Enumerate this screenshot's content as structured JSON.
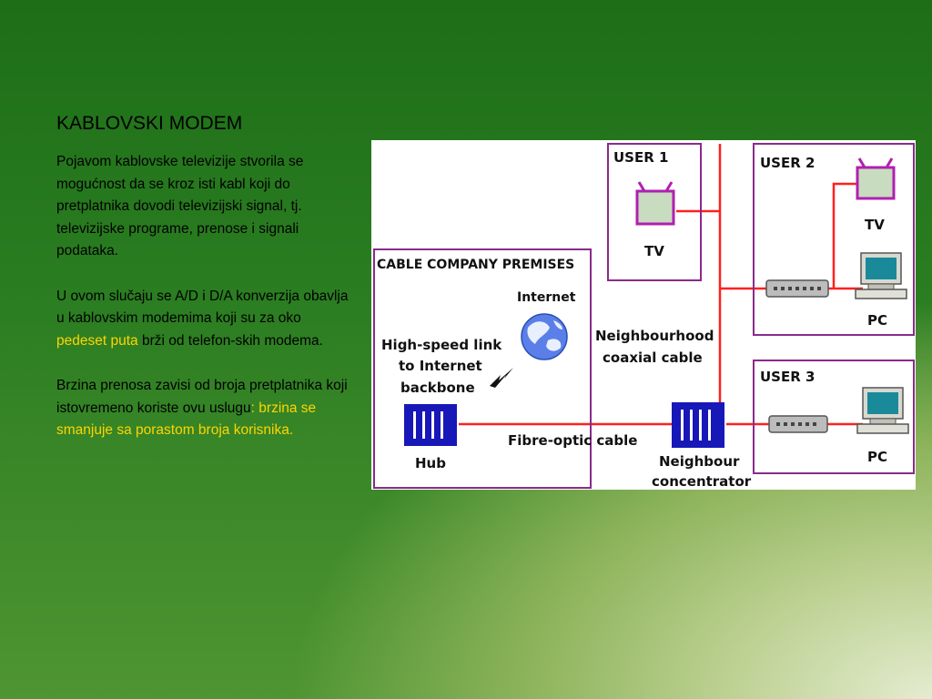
{
  "slide": {
    "title": "KABLOVSKI MODEM",
    "paragraphs": [
      {
        "text": "Pojavom kablovske televizije stvorila se mogućnost da se kroz isti kabl koji do pretplatnika dovodi televizijski signal, tj. televizijske programe, prenose i signali podataka."
      },
      {
        "pre": " U ovom slučaju se A/D i D/A konverzija obavlja u kablovskim modemima koji su za oko ",
        "highlight": "pedeset puta",
        "post": " brži od telefon-skih modema."
      },
      {
        "pre": "Brzina prenosa zavisi od broja pretplatnika koji istovremeno koriste ovu uslugu",
        "highlight": ": brzina se smanjuje sa porastom broja korisnika."
      }
    ]
  },
  "diagram": {
    "labels": {
      "user1": "USER 1",
      "user2": "USER 2",
      "user3": "USER 3",
      "tv1": "TV",
      "tv2": "TV",
      "pc2": "PC",
      "pc3": "PC",
      "premises": "CABLE COMPANY PREMISES",
      "internet": "Internet",
      "link_line1": "High-speed link",
      "link_line2": "to Internet",
      "link_line3": "backbone",
      "hub": "Hub",
      "fibre": "Fibre-optic cable",
      "coax_line1": "Neighbourhood",
      "coax_line2": "coaxial cable",
      "concentrator_line1": "Neighbour",
      "concentrator_line2": "concentrator"
    },
    "colors": {
      "cable": "#ff2020",
      "box_border": "#8a2a8a",
      "hub": "#1818b8",
      "tv_screen": "#c8dcc0",
      "pc_screen": "#1a8a9a",
      "globe": "#5a7fe8"
    }
  }
}
